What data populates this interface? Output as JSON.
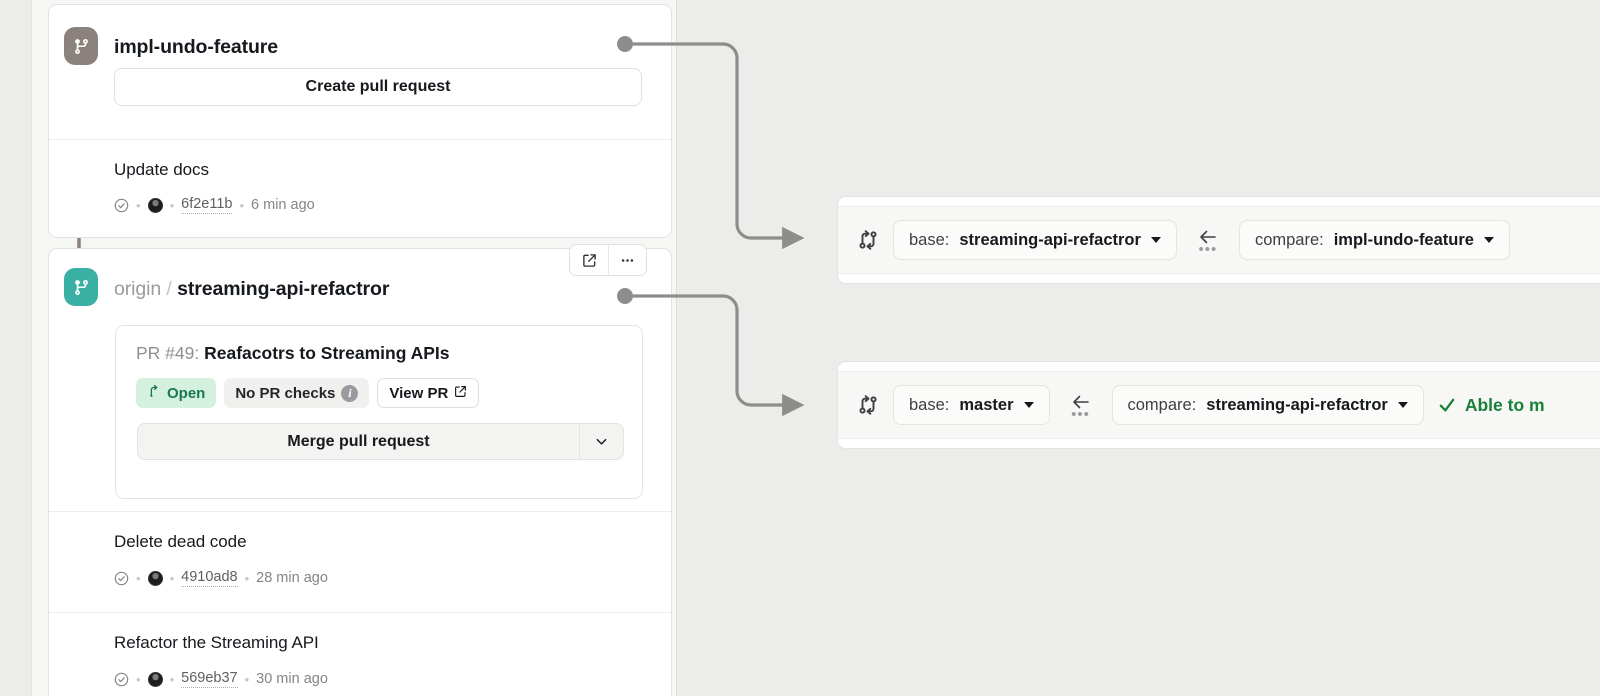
{
  "left_panel": {
    "branches": [
      {
        "icon": "git-branch-icon",
        "badge_color": "#8b827e",
        "name": "impl-undo-feature",
        "has_remote_prefix": false,
        "primary_action": "Create pull request",
        "commits": [
          {
            "message": "Update docs",
            "status_icon": "check-circle-icon",
            "avatar": "author-avatar",
            "sha": "6f2e11b",
            "time": "6 min ago",
            "separator": "•"
          }
        ]
      },
      {
        "icon": "git-branch-icon",
        "badge_color": "#3aafa3",
        "remote_prefix": "origin",
        "remote_separator": "/",
        "name": "streaming-api-refactror",
        "has_remote_prefix": true,
        "actions": {
          "open_external": "external-link-icon",
          "more": "kebab-menu-icon"
        },
        "pull_request": {
          "number_label": "PR #49:",
          "title": "Reafacotrs to Streaming APIs",
          "state_label": "Open",
          "state_icon": "pr-open-icon",
          "checks_label": "No PR checks",
          "checks_info_icon": "info-icon",
          "view_label": "View PR",
          "view_icon": "external-link-icon",
          "merge_label": "Merge pull request",
          "merge_caret_icon": "chevron-down-icon"
        },
        "commits": [
          {
            "message": "Delete dead code",
            "status_icon": "check-circle-icon",
            "avatar": "author-avatar",
            "sha": "4910ad8",
            "time": "28 min ago",
            "separator": "•"
          },
          {
            "message": "Refactor the Streaming API",
            "status_icon": "check-circle-icon",
            "avatar": "author-avatar",
            "sha": "569eb37",
            "time": "30 min ago",
            "separator": "•"
          }
        ]
      }
    ]
  },
  "right_panel": {
    "compare_bars": [
      {
        "compare_icon": "git-compare-icon",
        "base_prefix": "base:",
        "base_branch": "streaming-api-refactror",
        "swap_icon": "arrow-left-icon",
        "swap_dots": "•••",
        "compare_prefix": "compare:",
        "compare_branch": "impl-undo-feature",
        "status_text": "",
        "status_icon": ""
      },
      {
        "compare_icon": "git-compare-icon",
        "base_prefix": "base:",
        "base_branch": "master",
        "swap_icon": "arrow-left-icon",
        "swap_dots": "•••",
        "compare_prefix": "compare:",
        "compare_branch": "streaming-api-refactror",
        "status_icon": "check-icon",
        "status_text": "Able to m"
      }
    ]
  },
  "colors": {
    "teal": "#3aafa3",
    "gray_branch": "#8b827e",
    "green_text": "#1a7f37",
    "green_pill_bg": "#d4f1df",
    "connector": "#8d8d8b"
  }
}
